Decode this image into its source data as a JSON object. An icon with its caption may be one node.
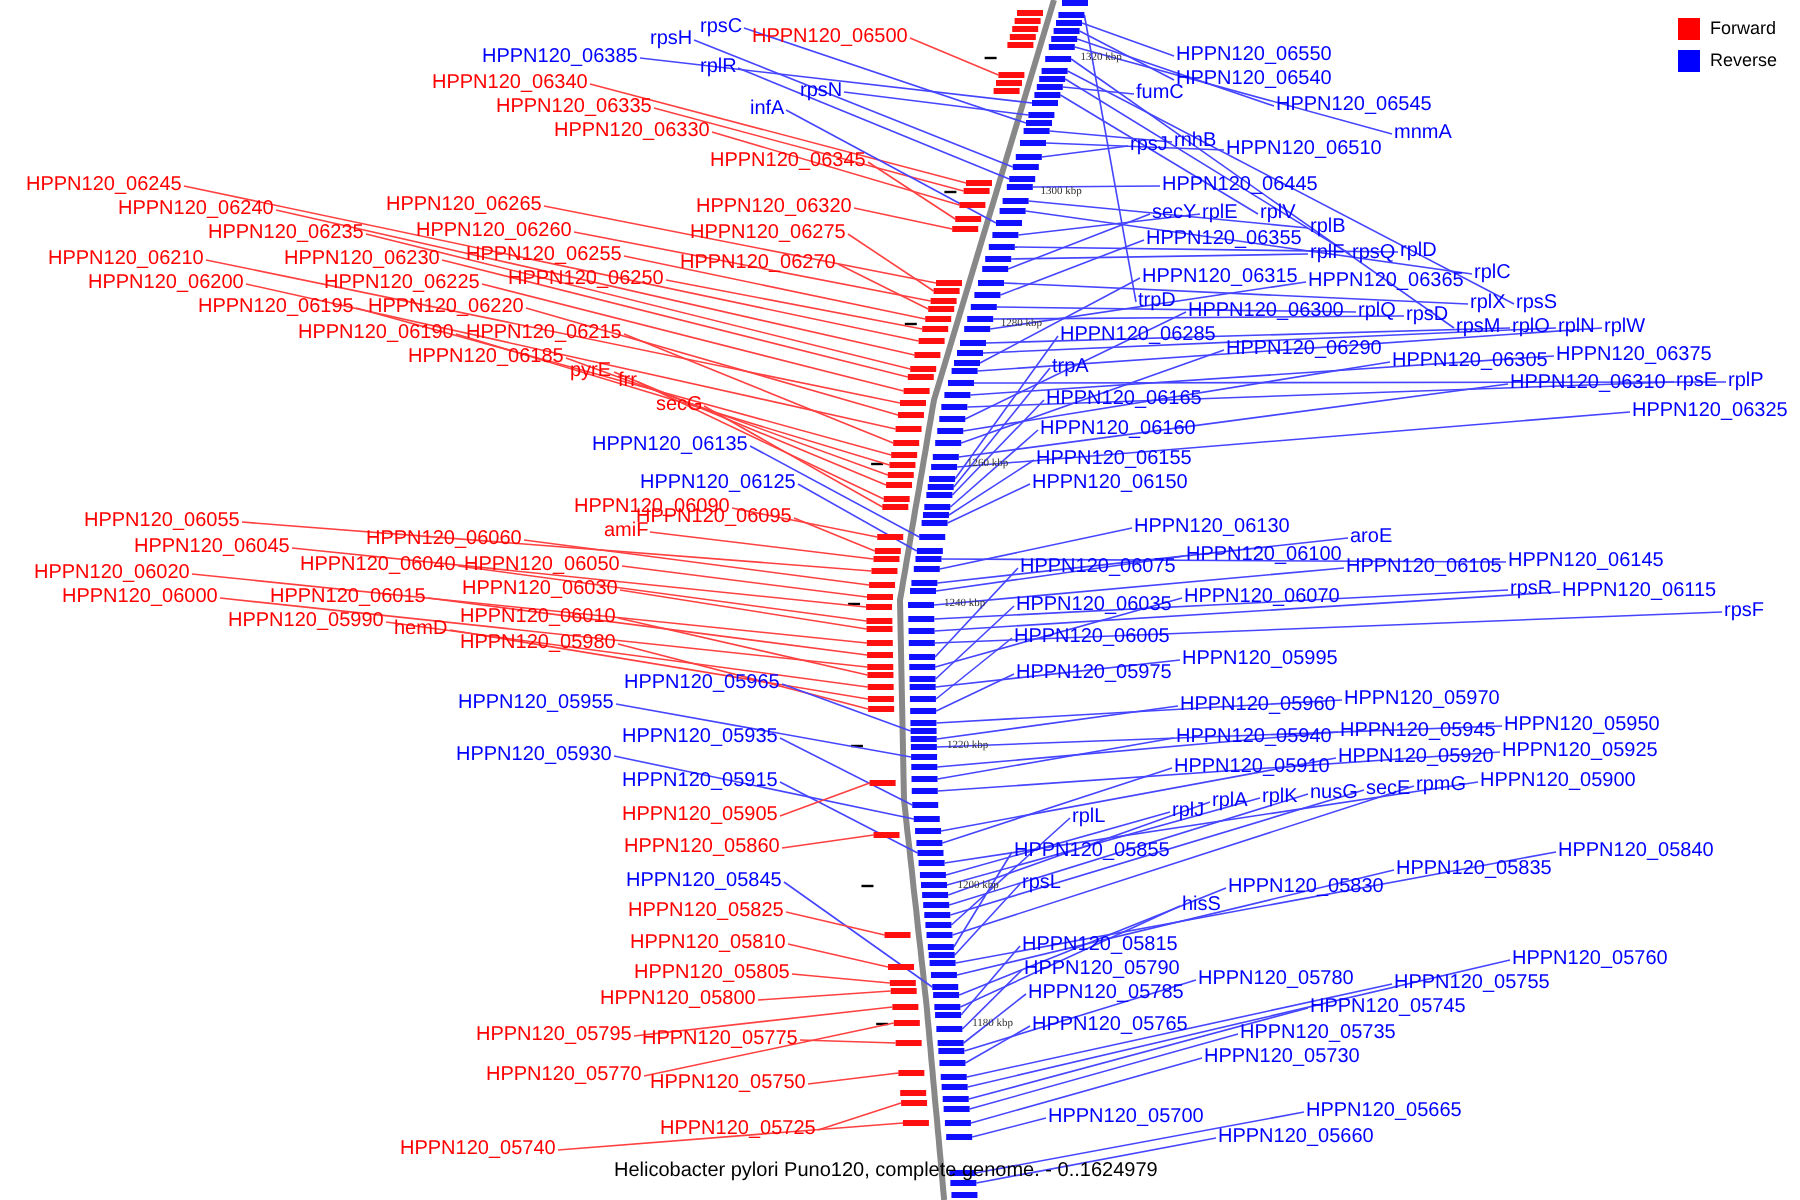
{
  "diagram": {
    "caption": "Helicobacter pylori Puno120, complete genome. - 0..1624979",
    "nodes": [
      {
        "text": [
          "rpsC"
        ]
      },
      {
        "text": [
          "rpsH"
        ]
      },
      {
        "text": [
          "HPPN120_06500"
        ]
      },
      {
        "text": [
          "HPPN120_06385"
        ]
      },
      {
        "text": [
          "rplR"
        ]
      },
      {
        "text": [
          "HPPN120_06340"
        ]
      },
      {
        "text": [
          "rpsN"
        ]
      },
      {
        "text": [
          "HPPN120_06335"
        ]
      },
      {
        "text": [
          "infA"
        ]
      },
      {
        "text": [
          "HPPN120_06330"
        ]
      },
      {
        "text": [
          "HPPN120_06345"
        ]
      },
      {
        "text": [
          "HPPN120_06245"
        ]
      },
      {
        "text": [
          "HPPN120_06265"
        ]
      },
      {
        "text": [
          "HPPN120_06320"
        ]
      },
      {
        "text": [
          "HPPN120_06240"
        ]
      },
      {
        "text": [
          "HPPN120_06260"
        ]
      },
      {
        "text": [
          "HPPN120_06235"
        ]
      },
      {
        "text": [
          "HPPN120_06275"
        ]
      },
      {
        "text": [
          "HPPN120_06255"
        ]
      },
      {
        "text": [
          "HPPN120_06210"
        ]
      },
      {
        "text": [
          "HPPN120_06230"
        ]
      },
      {
        "text": [
          "HPPN120_06270"
        ]
      },
      {
        "text": [
          "HPPN120_06250"
        ]
      },
      {
        "text": [
          "HPPN120_06200"
        ]
      },
      {
        "text": [
          "HPPN120_06225"
        ]
      },
      {
        "text": [
          "HPPN120_06195"
        ]
      },
      {
        "text": [
          "HPPN120_06220"
        ]
      },
      {
        "text": [
          "HPPN120_06190"
        ]
      },
      {
        "text": [
          "HPPN120_06215"
        ]
      },
      {
        "text": [
          "HPPN120_06185"
        ]
      },
      {
        "text": [
          "pyrE"
        ]
      },
      {
        "text": [
          "frr"
        ]
      },
      {
        "text": [
          "secG"
        ]
      },
      {
        "text": [
          "HPPN120_06135"
        ]
      },
      {
        "text": [
          "HPPN120_06125"
        ]
      },
      {
        "text": [
          "HPPN120_06090"
        ]
      },
      {
        "text": [
          "HPPN120_06095"
        ]
      },
      {
        "text": [
          "HPPN120_06055"
        ]
      },
      {
        "text": [
          "amiF"
        ]
      },
      {
        "text": [
          "HPPN120_06060"
        ]
      },
      {
        "text": [
          "HPPN120_06045"
        ]
      },
      {
        "text": [
          "HPPN120_06040"
        ]
      },
      {
        "text": [
          "HPPN120_06050"
        ]
      },
      {
        "text": [
          "HPPN120_06020"
        ]
      },
      {
        "text": [
          "HPPN120_06030"
        ]
      },
      {
        "text": [
          "HPPN120_06000"
        ]
      },
      {
        "text": [
          "HPPN120_06015"
        ]
      },
      {
        "text": [
          "HPPN120_06010"
        ]
      },
      {
        "text": [
          "HPPN120_05990"
        ]
      },
      {
        "text": [
          "hemD"
        ]
      },
      {
        "text": [
          "HPPN120_05980"
        ]
      },
      {
        "text": [
          "HPPN120_05965"
        ]
      },
      {
        "text": [
          "HPPN120_05955"
        ]
      },
      {
        "text": [
          "HPPN120_05935"
        ]
      },
      {
        "text": [
          "HPPN120_05930"
        ]
      },
      {
        "text": [
          "HPPN120_05915"
        ]
      },
      {
        "text": [
          "HPPN120_05905"
        ]
      },
      {
        "text": [
          "HPPN120_05860"
        ]
      },
      {
        "text": [
          "HPPN120_05845"
        ]
      },
      {
        "text": [
          "HPPN120_05825"
        ]
      },
      {
        "text": [
          "HPPN120_05810"
        ]
      },
      {
        "text": [
          "HPPN120_05805"
        ]
      },
      {
        "text": [
          "HPPN120_05800"
        ]
      },
      {
        "text": [
          "HPPN120_05795"
        ]
      },
      {
        "text": [
          "HPPN120_05775"
        ]
      },
      {
        "text": [
          "HPPN120_05770"
        ]
      },
      {
        "text": [
          "HPPN120_05750"
        ]
      },
      {
        "text": [
          "HPPN120_05725"
        ]
      },
      {
        "text": [
          "HPPN120_05740"
        ]
      },
      {
        "text": [
          "HPPN120_06550"
        ]
      },
      {
        "text": [
          "HPPN120_06540"
        ]
      },
      {
        "text": [
          "fumC"
        ]
      },
      {
        "text": [
          "HPPN120_06545"
        ]
      },
      {
        "text": [
          "mnmA"
        ]
      },
      {
        "text": [
          "rnhB"
        ]
      },
      {
        "text": [
          "rpsJ"
        ]
      },
      {
        "text": [
          "HPPN120_06510"
        ]
      },
      {
        "text": [
          "HPPN120_06445"
        ]
      },
      {
        "text": [
          "secY"
        ]
      },
      {
        "text": [
          "rplE"
        ]
      },
      {
        "text": [
          "rplV"
        ]
      },
      {
        "text": [
          "rplB"
        ]
      },
      {
        "text": [
          "HPPN120_06355"
        ]
      },
      {
        "text": [
          "rplD"
        ]
      },
      {
        "text": [
          "rplF"
        ]
      },
      {
        "text": [
          "rpsQ"
        ]
      },
      {
        "text": [
          "rplC"
        ]
      },
      {
        "text": [
          "HPPN120_06315"
        ]
      },
      {
        "text": [
          "HPPN120_06365"
        ]
      },
      {
        "text": [
          "trpD"
        ]
      },
      {
        "text": [
          "rplX"
        ]
      },
      {
        "text": [
          "rpsS"
        ]
      },
      {
        "text": [
          "HPPN120_06300"
        ]
      },
      {
        "text": [
          "rplQ"
        ]
      },
      {
        "text": [
          "rpsD"
        ]
      },
      {
        "text": [
          "rpsM"
        ]
      },
      {
        "text": [
          "rplO"
        ]
      },
      {
        "text": [
          "rplN"
        ]
      },
      {
        "text": [
          "rplW"
        ]
      },
      {
        "text": [
          "HPPN120_06285"
        ]
      },
      {
        "text": [
          "HPPN120_06290"
        ]
      },
      {
        "text": [
          "HPPN120_06375"
        ]
      },
      {
        "text": [
          "HPPN120_06305"
        ]
      },
      {
        "text": [
          "trpA"
        ]
      },
      {
        "text": [
          "rpsE"
        ]
      },
      {
        "text": [
          "rplP"
        ]
      },
      {
        "text": [
          "HPPN120_06310"
        ]
      },
      {
        "text": [
          "HPPN120_06165"
        ]
      },
      {
        "text": [
          "HPPN120_06325"
        ]
      },
      {
        "text": [
          "HPPN120_06160"
        ]
      },
      {
        "text": [
          "HPPN120_06155"
        ]
      },
      {
        "text": [
          "HPPN120_06150"
        ]
      },
      {
        "text": [
          "HPPN120_06130"
        ]
      },
      {
        "text": [
          "aroE"
        ]
      },
      {
        "text": [
          "HPPN120_06100"
        ]
      },
      {
        "text": [
          "HPPN120_06145"
        ]
      },
      {
        "text": [
          "HPPN120_06075"
        ]
      },
      {
        "text": [
          "HPPN120_06105"
        ]
      },
      {
        "text": [
          "rpsR"
        ]
      },
      {
        "text": [
          "HPPN120_06115"
        ]
      },
      {
        "text": [
          "HPPN120_06070"
        ]
      },
      {
        "text": [
          "HPPN120_06035"
        ]
      },
      {
        "text": [
          "rpsF"
        ]
      },
      {
        "text": [
          "HPPN120_06005"
        ]
      },
      {
        "text": [
          "HPPN120_05995"
        ]
      },
      {
        "text": [
          "HPPN120_05975"
        ]
      },
      {
        "text": [
          "HPPN120_05970"
        ]
      },
      {
        "text": [
          "HPPN120_05960"
        ]
      },
      {
        "text": [
          "HPPN120_05950"
        ]
      },
      {
        "text": [
          "HPPN120_05945"
        ]
      },
      {
        "text": [
          "HPPN120_05940"
        ]
      },
      {
        "text": [
          "HPPN120_05925"
        ]
      },
      {
        "text": [
          "HPPN120_05920"
        ]
      },
      {
        "text": [
          "HPPN120_05910"
        ]
      },
      {
        "text": [
          "HPPN120_05900"
        ]
      },
      {
        "text": [
          "rpmG"
        ]
      },
      {
        "text": [
          "secE"
        ]
      },
      {
        "text": [
          "nusG"
        ]
      },
      {
        "text": [
          "rplK"
        ]
      },
      {
        "text": [
          "rplA"
        ]
      },
      {
        "text": [
          "rplJ"
        ]
      },
      {
        "text": [
          "rplL"
        ]
      },
      {
        "text": [
          "HPPN120_05855"
        ]
      },
      {
        "text": [
          "HPPN120_05840"
        ]
      },
      {
        "text": [
          "HPPN120_05835"
        ]
      },
      {
        "text": [
          "rpsL"
        ]
      },
      {
        "text": [
          "HPPN120_05830"
        ]
      },
      {
        "text": [
          "hisS"
        ]
      },
      {
        "text": [
          "HPPN120_05815"
        ]
      },
      {
        "text": [
          "HPPN120_05760"
        ]
      },
      {
        "text": [
          "HPPN120_05790"
        ]
      },
      {
        "text": [
          "HPPN120_05780"
        ]
      },
      {
        "text": [
          "HPPN120_05755"
        ]
      },
      {
        "text": [
          "HPPN120_05785"
        ]
      },
      {
        "text": [
          "HPPN120_05745"
        ]
      },
      {
        "text": [
          "HPPN120_05765"
        ]
      },
      {
        "text": [
          "HPPN120_05735"
        ]
      },
      {
        "text": [
          "HPPN120_05730"
        ]
      },
      {
        "text": [
          "HPPN120_05665"
        ]
      },
      {
        "text": [
          "HPPN120_05700"
        ]
      },
      {
        "text": [
          "HPPN120_05660"
        ]
      },
      {
        "text": [],
        "shape": "bar"
      },
      {
        "text": [],
        "shape": "bar"
      },
      {
        "text": [],
        "shape": "bar"
      },
      {
        "text": [],
        "shape": "bar"
      },
      {
        "text": [],
        "shape": "bar"
      },
      {
        "text": [],
        "shape": "bar"
      },
      {
        "text": [],
        "shape": "bar"
      },
      {
        "text": [],
        "shape": "bar"
      },
      {
        "text": [],
        "shape": "bar"
      },
      {
        "text": [],
        "shape": "bar"
      },
      {
        "text": [],
        "shape": "bar"
      },
      {
        "text": [],
        "shape": "bar"
      },
      {
        "text": [],
        "shape": "bar"
      },
      {
        "text": [],
        "shape": "bar"
      },
      {
        "text": [],
        "shape": "bar"
      },
      {
        "text": [],
        "shape": "bar"
      },
      {
        "text": [],
        "shape": "bar"
      },
      {
        "text": [],
        "shape": "bar"
      },
      {
        "text": [],
        "shape": "bar"
      },
      {
        "text": [],
        "shape": "bar"
      },
      {
        "text": [],
        "shape": "bar"
      },
      {
        "text": [],
        "shape": "bar"
      },
      {
        "text": [],
        "shape": "bar"
      },
      {
        "text": [],
        "shape": "bar"
      },
      {
        "text": [],
        "shape": "bar"
      },
      {
        "text": [],
        "shape": "bar"
      },
      {
        "text": [],
        "shape": "bar"
      },
      {
        "text": [],
        "shape": "bar"
      },
      {
        "text": [],
        "shape": "bar"
      },
      {
        "text": [],
        "shape": "bar"
      },
      {
        "text": [],
        "shape": "bar"
      },
      {
        "text": [],
        "shape": "bar"
      },
      {
        "text": [],
        "shape": "bar"
      },
      {
        "text": [],
        "shape": "bar"
      },
      {
        "text": [],
        "shape": "bar"
      },
      {
        "text": [],
        "shape": "bar"
      },
      {
        "text": [],
        "shape": "bar"
      },
      {
        "text": [],
        "shape": "bar"
      },
      {
        "text": [],
        "shape": "bar"
      },
      {
        "text": [],
        "shape": "bar"
      },
      {
        "text": [],
        "shape": "bar"
      },
      {
        "text": [],
        "shape": "bar"
      },
      {
        "text": [],
        "shape": "bar"
      },
      {
        "text": [],
        "shape": "bar"
      },
      {
        "text": [],
        "shape": "bar"
      },
      {
        "text": [],
        "shape": "bar"
      },
      {
        "text": [],
        "shape": "bar"
      },
      {
        "text": [],
        "shape": "bar"
      },
      {
        "text": [],
        "shape": "bar"
      },
      {
        "text": [],
        "shape": "bar"
      },
      {
        "text": [],
        "shape": "bar"
      },
      {
        "text": [],
        "shape": "bar"
      },
      {
        "text": [],
        "shape": "bar"
      },
      {
        "text": [],
        "shape": "bar"
      },
      {
        "text": [],
        "shape": "bar"
      },
      {
        "text": [],
        "shape": "bar"
      },
      {
        "text": [],
        "shape": "bar"
      },
      {
        "text": [],
        "shape": "bar"
      },
      {
        "text": [],
        "shape": "bar"
      },
      {
        "text": [],
        "shape": "bar"
      },
      {
        "text": [],
        "shape": "bar"
      },
      {
        "text": [],
        "shape": "bar"
      },
      {
        "text": [],
        "shape": "bar"
      },
      {
        "text": [],
        "shape": "bar"
      },
      {
        "text": [],
        "shape": "bar"
      },
      {
        "text": [],
        "shape": "bar"
      },
      {
        "text": [],
        "shape": "bar"
      },
      {
        "text": [],
        "shape": "bar"
      },
      {
        "text": [],
        "shape": "bar"
      },
      {
        "text": [],
        "shape": "bar"
      },
      {
        "text": [],
        "shape": "bar"
      },
      {
        "text": [],
        "shape": "bar"
      },
      {
        "text": [],
        "shape": "bar"
      },
      {
        "text": [],
        "shape": "bar"
      },
      {
        "text": [],
        "shape": "bar"
      },
      {
        "text": [],
        "shape": "bar"
      },
      {
        "text": [],
        "shape": "bar"
      },
      {
        "text": [],
        "shape": "bar"
      },
      {
        "text": [],
        "shape": "bar"
      },
      {
        "text": [],
        "shape": "bar"
      },
      {
        "text": [],
        "shape": "bar"
      },
      {
        "text": [],
        "shape": "bar"
      },
      {
        "text": [],
        "shape": "bar"
      },
      {
        "text": [],
        "shape": "bar"
      },
      {
        "text": [],
        "shape": "bar"
      },
      {
        "text": [],
        "shape": "bar"
      },
      {
        "text": [],
        "shape": "bar"
      },
      {
        "text": [],
        "shape": "bar"
      },
      {
        "text": [],
        "shape": "bar"
      },
      {
        "text": [],
        "shape": "bar"
      },
      {
        "text": [],
        "shape": "bar"
      },
      {
        "text": [],
        "shape": "bar"
      },
      {
        "text": [],
        "shape": "bar"
      },
      {
        "text": [],
        "shape": "bar"
      },
      {
        "text": [],
        "shape": "bar"
      },
      {
        "text": [],
        "shape": "bar"
      },
      {
        "text": [],
        "shape": "bar"
      },
      {
        "text": [],
        "shape": "bar"
      },
      {
        "text": [],
        "shape": "bar"
      },
      {
        "text": [],
        "shape": "bar"
      },
      {
        "text": [],
        "shape": "bar"
      },
      {
        "text": [],
        "shape": "bar"
      },
      {
        "text": [],
        "shape": "bar"
      },
      {
        "text": [],
        "shape": "bar"
      },
      {
        "text": [],
        "shape": "bar"
      },
      {
        "text": [],
        "shape": "bar"
      },
      {
        "text": [],
        "shape": "bar"
      },
      {
        "text": [],
        "shape": "bar"
      },
      {
        "text": [],
        "shape": "bar"
      },
      {
        "text": [],
        "shape": "bar"
      },
      {
        "text": [],
        "shape": "bar"
      },
      {
        "text": [],
        "shape": "bar"
      },
      {
        "text": [],
        "shape": "bar"
      },
      {
        "text": [],
        "shape": "bar"
      },
      {
        "text": [],
        "shape": "bar"
      },
      {
        "text": [],
        "shape": "bar"
      },
      {
        "text": [],
        "shape": "bar"
      },
      {
        "text": [],
        "shape": "bar"
      },
      {
        "text": [],
        "shape": "bar"
      },
      {
        "text": [],
        "shape": "bar"
      },
      {
        "text": [],
        "shape": "bar"
      },
      {
        "text": [],
        "shape": "bar"
      },
      {
        "text": [],
        "shape": "bar"
      },
      {
        "text": [],
        "shape": "bar"
      },
      {
        "text": [],
        "shape": "bar"
      },
      {
        "text": [],
        "shape": "bar"
      },
      {
        "text": [],
        "shape": "bar"
      },
      {
        "text": [],
        "shape": "bar"
      },
      {
        "text": [],
        "shape": "bar"
      },
      {
        "text": [],
        "shape": "bar"
      },
      {
        "text": [],
        "shape": "bar"
      },
      {
        "text": [],
        "shape": "bar"
      },
      {
        "text": [],
        "shape": "bar"
      },
      {
        "text": [],
        "shape": "bar"
      },
      {
        "text": [],
        "shape": "bar"
      },
      {
        "text": [],
        "shape": "bar"
      },
      {
        "text": [],
        "shape": "bar"
      },
      {
        "text": [],
        "shape": "bar"
      },
      {
        "text": [],
        "shape": "bar"
      },
      {
        "text": [],
        "shape": "bar"
      },
      {
        "text": [],
        "shape": "bar"
      },
      {
        "text": [],
        "shape": "bar"
      },
      {
        "text": [],
        "shape": "bar"
      },
      {
        "text": [],
        "shape": "bar"
      },
      {
        "text": [],
        "shape": "bar"
      },
      {
        "text": [],
        "shape": "bar"
      },
      {
        "text": [],
        "shape": "bar"
      },
      {
        "text": [],
        "shape": "bar"
      },
      {
        "text": [],
        "shape": "bar"
      },
      {
        "text": [],
        "shape": "bar"
      },
      {
        "text": [],
        "shape": "bar"
      },
      {
        "text": [],
        "shape": "bar"
      },
      {
        "text": [],
        "shape": "bar"
      },
      {
        "text": [],
        "shape": "bar"
      },
      {
        "text": [],
        "shape": "bar"
      },
      {
        "text": [],
        "shape": "bar"
      },
      {
        "text": [],
        "shape": "bar"
      },
      {
        "text": [],
        "shape": "bar"
      },
      {
        "text": [],
        "shape": "bar"
      },
      {
        "text": [],
        "shape": "bar"
      },
      {
        "text": [],
        "shape": "bar"
      }
    ],
    "edges": [
      {
        "from": 0,
        "to": 161,
        "arrow": "none"
      },
      {
        "from": 1,
        "to": 162,
        "arrow": "none"
      },
      {
        "from": 2,
        "to": 163,
        "arrow": "none",
        "color": "#ff4040"
      },
      {
        "from": 3,
        "to": 164,
        "arrow": "none"
      },
      {
        "from": 4,
        "to": 165,
        "arrow": "none"
      },
      {
        "from": 5,
        "to": 166,
        "arrow": "none",
        "color": "#ff4040"
      },
      {
        "from": 6,
        "to": 167,
        "arrow": "none"
      },
      {
        "from": 7,
        "to": 168,
        "arrow": "none",
        "color": "#ff4040"
      },
      {
        "from": 8,
        "to": 169,
        "arrow": "none"
      },
      {
        "from": 9,
        "to": 170,
        "arrow": "none",
        "color": "#ff4040"
      },
      {
        "from": 10,
        "to": 171,
        "arrow": "none",
        "color": "#ff4040"
      },
      {
        "from": 11,
        "to": 172,
        "arrow": "none",
        "color": "#ff4040"
      },
      {
        "from": 12,
        "to": 173,
        "arrow": "none",
        "color": "#ff4040"
      },
      {
        "from": 13,
        "to": 174,
        "arrow": "none",
        "color": "#ff4040"
      },
      {
        "from": 14,
        "to": 175,
        "arrow": "none",
        "color": "#ff4040"
      },
      {
        "from": 15,
        "to": 176,
        "arrow": "none",
        "color": "#ff4040"
      },
      {
        "from": 16,
        "to": 177,
        "arrow": "none",
        "color": "#ff4040"
      },
      {
        "from": 17,
        "to": 178,
        "arrow": "none",
        "color": "#ff4040"
      },
      {
        "from": 18,
        "to": 179,
        "arrow": "none",
        "color": "#ff4040"
      },
      {
        "from": 19,
        "to": 180,
        "arrow": "none",
        "color": "#ff4040"
      },
      {
        "from": 20,
        "to": 181,
        "arrow": "none",
        "color": "#ff4040"
      },
      {
        "from": 21,
        "to": 182,
        "arrow": "none",
        "color": "#ff4040"
      },
      {
        "from": 22,
        "to": 183,
        "arrow": "none",
        "color": "#ff4040"
      },
      {
        "from": 23,
        "to": 184,
        "arrow": "none",
        "color": "#ff4040"
      },
      {
        "from": 24,
        "to": 185,
        "arrow": "none",
        "color": "#ff4040"
      },
      {
        "from": 25,
        "to": 186,
        "arrow": "none",
        "color": "#ff4040"
      },
      {
        "from": 26,
        "to": 187,
        "arrow": "none",
        "color": "#ff4040"
      },
      {
        "from": 27,
        "to": 188,
        "arrow": "none",
        "color": "#ff4040"
      },
      {
        "from": 28,
        "to": 189,
        "arrow": "none",
        "color": "#ff4040"
      },
      {
        "from": 29,
        "to": 190,
        "arrow": "none",
        "color": "#ff4040"
      },
      {
        "from": 30,
        "to": 191,
        "arrow": "none",
        "color": "#ff4040"
      },
      {
        "from": 31,
        "to": 192,
        "arrow": "none",
        "color": "#ff4040"
      },
      {
        "from": 32,
        "to": 193,
        "arrow": "none",
        "color": "#ff4040"
      },
      {
        "from": 33,
        "to": 194,
        "arrow": "none"
      },
      {
        "from": 34,
        "to": 195,
        "arrow": "none"
      },
      {
        "from": 35,
        "to": 196,
        "arrow": "none",
        "color": "#ff4040"
      },
      {
        "from": 36,
        "to": 197,
        "arrow": "none",
        "color": "#ff4040"
      },
      {
        "from": 37,
        "to": 198,
        "arrow": "none",
        "color": "#ff4040"
      },
      {
        "from": 38,
        "to": 199,
        "arrow": "none",
        "color": "#ff4040"
      },
      {
        "from": 39,
        "to": 200,
        "arrow": "none",
        "color": "#ff4040"
      },
      {
        "from": 40,
        "to": 201,
        "arrow": "none",
        "color": "#ff4040"
      },
      {
        "from": 41,
        "to": 202,
        "arrow": "none",
        "color": "#ff4040"
      },
      {
        "from": 42,
        "to": 203,
        "arrow": "none",
        "color": "#ff4040"
      },
      {
        "from": 43,
        "to": 204,
        "arrow": "none",
        "color": "#ff4040"
      },
      {
        "from": 44,
        "to": 205,
        "arrow": "none",
        "color": "#ff4040"
      },
      {
        "from": 45,
        "to": 206,
        "arrow": "none",
        "color": "#ff4040"
      },
      {
        "from": 46,
        "to": 207,
        "arrow": "none",
        "color": "#ff4040"
      },
      {
        "from": 47,
        "to": 208,
        "arrow": "none",
        "color": "#ff4040"
      },
      {
        "from": 48,
        "to": 209,
        "arrow": "none",
        "color": "#ff4040"
      },
      {
        "from": 49,
        "to": 210,
        "arrow": "none",
        "color": "#ff4040"
      },
      {
        "from": 50,
        "to": 211,
        "arrow": "none",
        "color": "#ff4040"
      },
      {
        "from": 51,
        "to": 212,
        "arrow": "none"
      },
      {
        "from": 52,
        "to": 213,
        "arrow": "none"
      },
      {
        "from": 53,
        "to": 214,
        "arrow": "none"
      },
      {
        "from": 54,
        "to": 215,
        "arrow": "none"
      },
      {
        "from": 55,
        "to": 216,
        "arrow": "none"
      },
      {
        "from": 56,
        "to": 217,
        "arrow": "none",
        "color": "#ff4040"
      },
      {
        "from": 57,
        "to": 218,
        "arrow": "none",
        "color": "#ff4040"
      },
      {
        "from": 58,
        "to": 219,
        "arrow": "none"
      },
      {
        "from": 59,
        "to": 220,
        "arrow": "none",
        "color": "#ff4040"
      },
      {
        "from": 60,
        "to": 221,
        "arrow": "none",
        "color": "#ff4040"
      },
      {
        "from": 61,
        "to": 222,
        "arrow": "none",
        "color": "#ff4040"
      },
      {
        "from": 62,
        "to": 223,
        "arrow": "none",
        "color": "#ff4040"
      },
      {
        "from": 63,
        "to": 224,
        "arrow": "none",
        "color": "#ff4040"
      },
      {
        "from": 64,
        "to": 225,
        "arrow": "none",
        "color": "#ff4040"
      },
      {
        "from": 65,
        "to": 226,
        "arrow": "none",
        "color": "#ff4040"
      },
      {
        "from": 66,
        "to": 227,
        "arrow": "none",
        "color": "#ff4040"
      },
      {
        "from": 67,
        "to": 228,
        "arrow": "none",
        "color": "#ff4040"
      },
      {
        "from": 68,
        "to": 229,
        "arrow": "none",
        "color": "#ff4040"
      },
      {
        "from": 69,
        "to": 230,
        "arrow": "none"
      },
      {
        "from": 70,
        "to": 231,
        "arrow": "none"
      },
      {
        "from": 71,
        "to": 232,
        "arrow": "none"
      },
      {
        "from": 72,
        "to": 233,
        "arrow": "none"
      },
      {
        "from": 73,
        "to": 234,
        "arrow": "none"
      },
      {
        "from": 74,
        "to": 235,
        "arrow": "none"
      },
      {
        "from": 75,
        "to": 236,
        "arrow": "none"
      },
      {
        "from": 76,
        "to": 237,
        "arrow": "none"
      },
      {
        "from": 77,
        "to": 238,
        "arrow": "none"
      },
      {
        "from": 78,
        "to": 239,
        "arrow": "none"
      },
      {
        "from": 79,
        "to": 240,
        "arrow": "none"
      },
      {
        "from": 80,
        "to": 241,
        "arrow": "none"
      },
      {
        "from": 81,
        "to": 242,
        "arrow": "none"
      },
      {
        "from": 82,
        "to": 243,
        "arrow": "none"
      },
      {
        "from": 83,
        "to": 244,
        "arrow": "none"
      },
      {
        "from": 84,
        "to": 245,
        "arrow": "none"
      },
      {
        "from": 85,
        "to": 246,
        "arrow": "none"
      },
      {
        "from": 86,
        "to": 247,
        "arrow": "none"
      },
      {
        "from": 87,
        "to": 248,
        "arrow": "none"
      },
      {
        "from": 88,
        "to": 249,
        "arrow": "none"
      },
      {
        "from": 89,
        "to": 250,
        "arrow": "none"
      },
      {
        "from": 90,
        "to": 251,
        "arrow": "none"
      },
      {
        "from": 91,
        "to": 252,
        "arrow": "none"
      },
      {
        "from": 92,
        "to": 253,
        "arrow": "none"
      },
      {
        "from": 93,
        "to": 254,
        "arrow": "none"
      },
      {
        "from": 94,
        "to": 255,
        "arrow": "none"
      },
      {
        "from": 95,
        "to": 256,
        "arrow": "none"
      },
      {
        "from": 96,
        "to": 257,
        "arrow": "none"
      },
      {
        "from": 97,
        "to": 258,
        "arrow": "none"
      },
      {
        "from": 98,
        "to": 259,
        "arrow": "none"
      },
      {
        "from": 99,
        "to": 260,
        "arrow": "none"
      },
      {
        "from": 100,
        "to": 261,
        "arrow": "none"
      },
      {
        "from": 101,
        "to": 262,
        "arrow": "none"
      },
      {
        "from": 102,
        "to": 263,
        "arrow": "none"
      },
      {
        "from": 103,
        "to": 264,
        "arrow": "none"
      },
      {
        "from": 104,
        "to": 265,
        "arrow": "none"
      },
      {
        "from": 105,
        "to": 266,
        "arrow": "none"
      },
      {
        "from": 106,
        "to": 267,
        "arrow": "none"
      },
      {
        "from": 107,
        "to": 268,
        "arrow": "none"
      },
      {
        "from": 108,
        "to": 269,
        "arrow": "none"
      },
      {
        "from": 109,
        "to": 270,
        "arrow": "none"
      },
      {
        "from": 110,
        "to": 271,
        "arrow": "none"
      },
      {
        "from": 111,
        "to": 272,
        "arrow": "none"
      },
      {
        "from": 112,
        "to": 273,
        "arrow": "none"
      },
      {
        "from": 113,
        "to": 274,
        "arrow": "none"
      },
      {
        "from": 114,
        "to": 275,
        "arrow": "none"
      },
      {
        "from": 115,
        "to": 276,
        "arrow": "none"
      },
      {
        "from": 116,
        "to": 277,
        "arrow": "none"
      },
      {
        "from": 117,
        "to": 278,
        "arrow": "none"
      },
      {
        "from": 118,
        "to": 279,
        "arrow": "none"
      },
      {
        "from": 119,
        "to": 280,
        "arrow": "none"
      },
      {
        "from": 120,
        "to": 281,
        "arrow": "none"
      },
      {
        "from": 121,
        "to": 282,
        "arrow": "none"
      },
      {
        "from": 122,
        "to": 283,
        "arrow": "none"
      },
      {
        "from": 123,
        "to": 284,
        "arrow": "none"
      },
      {
        "from": 124,
        "to": 285,
        "arrow": "none"
      },
      {
        "from": 125,
        "to": 286,
        "arrow": "none"
      },
      {
        "from": 126,
        "to": 287,
        "arrow": "none"
      },
      {
        "from": 127,
        "to": 288,
        "arrow": "none"
      },
      {
        "from": 128,
        "to": 289,
        "arrow": "none"
      },
      {
        "from": 129,
        "to": 290,
        "arrow": "none"
      },
      {
        "from": 130,
        "to": 291,
        "arrow": "none"
      },
      {
        "from": 131,
        "to": 292,
        "arrow": "none"
      },
      {
        "from": 132,
        "to": 293,
        "arrow": "none"
      },
      {
        "from": 133,
        "to": 294,
        "arrow": "none"
      },
      {
        "from": 134,
        "to": 295,
        "arrow": "none"
      },
      {
        "from": 135,
        "to": 296,
        "arrow": "none"
      },
      {
        "from": 136,
        "to": 297,
        "arrow": "none"
      },
      {
        "from": 137,
        "to": 298,
        "arrow": "none"
      },
      {
        "from": 138,
        "to": 299,
        "arrow": "none"
      },
      {
        "from": 139,
        "to": 300,
        "arrow": "none"
      },
      {
        "from": 140,
        "to": 301,
        "arrow": "none"
      },
      {
        "from": 141,
        "to": 302,
        "arrow": "none"
      },
      {
        "from": 142,
        "to": 303,
        "arrow": "none"
      },
      {
        "from": 143,
        "to": 304,
        "arrow": "none"
      },
      {
        "from": 144,
        "to": 305,
        "arrow": "none"
      },
      {
        "from": 145,
        "to": 306,
        "arrow": "none"
      },
      {
        "from": 146,
        "to": 307,
        "arrow": "none"
      },
      {
        "from": 147,
        "to": 308,
        "arrow": "none"
      },
      {
        "from": 148,
        "to": 309,
        "arrow": "none"
      },
      {
        "from": 149,
        "to": 310,
        "arrow": "none"
      },
      {
        "from": 150,
        "to": 311,
        "arrow": "none"
      },
      {
        "from": 151,
        "to": 312,
        "arrow": "none"
      },
      {
        "from": 152,
        "to": 313,
        "arrow": "none"
      },
      {
        "from": 153,
        "to": 314,
        "arrow": "none"
      },
      {
        "from": 154,
        "to": 315,
        "arrow": "none"
      },
      {
        "from": 155,
        "to": 316,
        "arrow": "none"
      },
      {
        "from": 156,
        "to": 317,
        "arrow": "none"
      },
      {
        "from": 157,
        "to": 318,
        "arrow": "none"
      },
      {
        "from": 158,
        "to": 319,
        "arrow": "none"
      },
      {
        "from": 159,
        "to": 320,
        "arrow": "none"
      },
      {
        "from": 160,
        "to": 321,
        "arrow": "none"
      }
    ],
    "labels": [
      "1320 kbp",
      "1300 kbp",
      "1280 kbp",
      "1260 kbp",
      "1240 kbp",
      "1220 kbp",
      "1200 kbp",
      "1180 kbp"
    ],
    "legend": [
      {
        "text": "Forward",
        "color": "#ff0000"
      },
      {
        "text": "Reverse",
        "color": "#0000ff"
      }
    ]
  }
}
